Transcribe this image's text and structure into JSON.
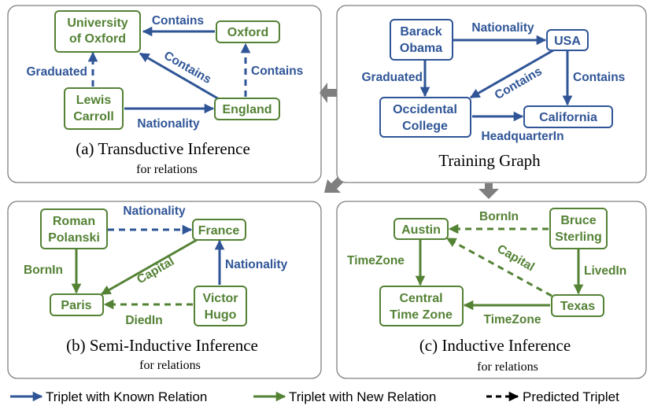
{
  "colors": {
    "known": "#2f5597",
    "new": "#548235",
    "panel_border": "#7f7f7f",
    "connector": "#7f7f7f"
  },
  "panels": {
    "transductive": {
      "title": "(a) Transductive Inference",
      "subtitle": "for relations",
      "nodes": {
        "oxford_uni_1": "University",
        "oxford_uni_2": "of Oxford",
        "oxford": "Oxford",
        "lewis_1": "Lewis",
        "lewis_2": "Carroll",
        "england": "England"
      },
      "edges": {
        "contains_top": "Contains",
        "contains_diag": "Contains",
        "contains_right": "Contains",
        "graduated": "Graduated",
        "nationality": "Nationality"
      }
    },
    "training": {
      "title": "Training Graph",
      "nodes": {
        "barack_1": "Barack",
        "barack_2": "Obama",
        "usa": "USA",
        "occidental_1": "Occidental",
        "occidental_2": "College",
        "california": "California"
      },
      "edges": {
        "nationality": "Nationality",
        "graduated": "Graduated",
        "contains_diag": "Contains",
        "contains_right": "Contains",
        "headquarter": "HeadquarterIn"
      }
    },
    "semi": {
      "title": "(b) Semi-Inductive Inference",
      "subtitle": "for relations",
      "nodes": {
        "roman_1": "Roman",
        "roman_2": "Polanski",
        "france": "France",
        "paris": "Paris",
        "victor_1": "Victor",
        "victor_2": "Hugo"
      },
      "edges": {
        "nationality_top": "Nationality",
        "bornin": "BornIn",
        "capital": "Capital",
        "nationality_right": "Nationality",
        "diedin": "DiedIn"
      }
    },
    "inductive": {
      "title": "(c) Inductive Inference",
      "subtitle": "for relations",
      "nodes": {
        "austin": "Austin",
        "bruce_1": "Bruce",
        "bruce_2": "Sterling",
        "central_1": "Central",
        "central_2": "Time Zone",
        "texas": "Texas"
      },
      "edges": {
        "bornin": "BornIn",
        "timezone_left": "TimeZone",
        "capital": "Capital",
        "livedin": "LivedIn",
        "timezone_bottom": "TimeZone"
      }
    }
  },
  "legend": {
    "known": "Triplet with Known Relation",
    "new": "Triplet with New Relation",
    "predicted": "Predicted Triplet"
  }
}
